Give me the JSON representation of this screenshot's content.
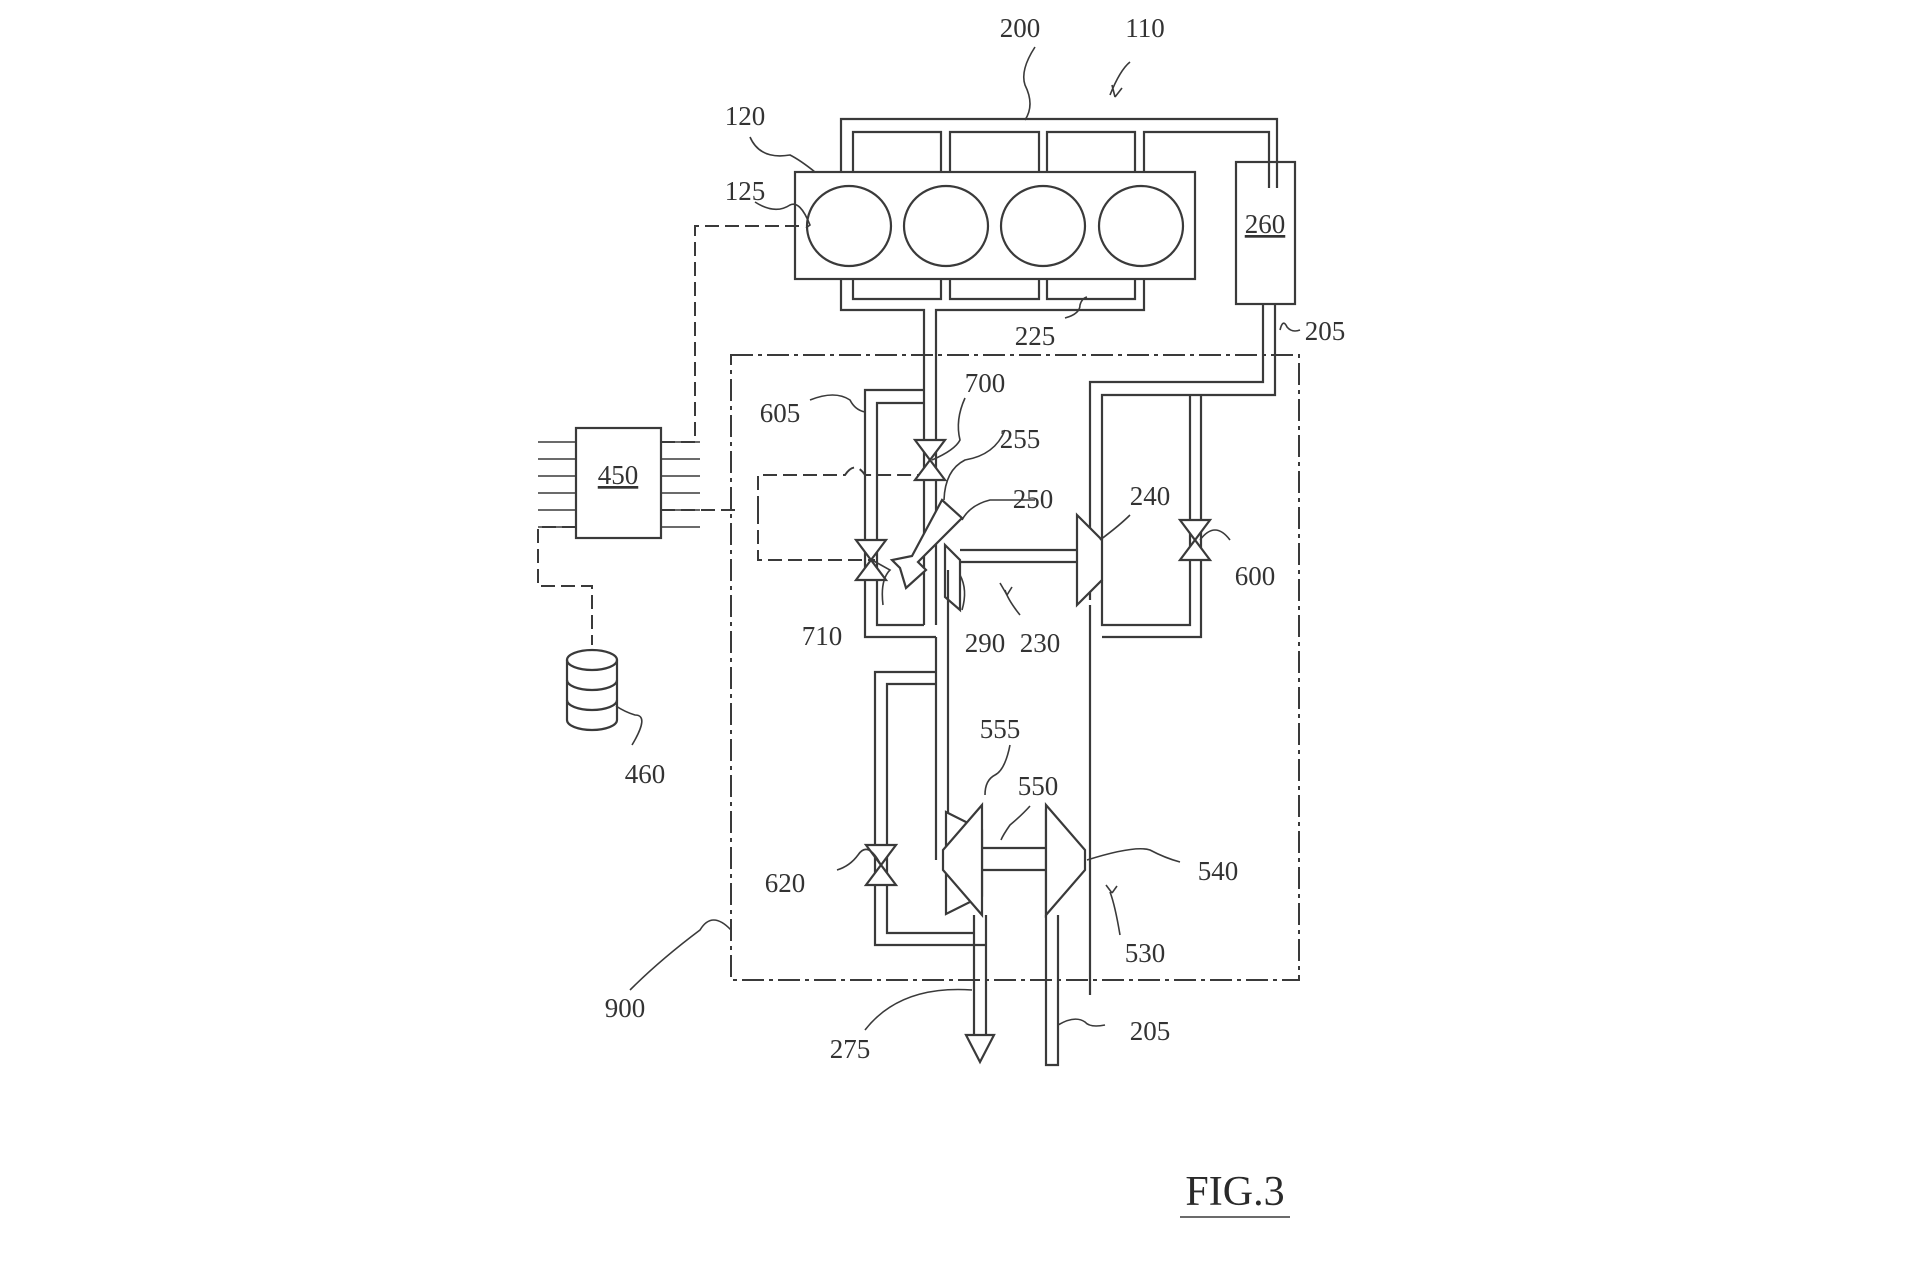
{
  "figure": {
    "title": "FIG.3",
    "reference_numerals": {
      "system": "110",
      "engine_block": "120",
      "cylinder": "125",
      "intake_manifold": "200",
      "exhaust_line": "205",
      "exhaust_outlet_line": "205",
      "exhaust_manifold": "225",
      "egr_circuit": "230",
      "compressor_bypass": "240",
      "egr_cooler": "250",
      "egr_pipe": "255",
      "intercooler": "260",
      "exhaust_tail": "275",
      "egr_valve_assembly": "290",
      "controller": "450",
      "memory": "460",
      "turbocharger": "530",
      "turbine": "540",
      "shaft": "550",
      "compressor_inlet": "555",
      "wastegate_valve": "600",
      "bypass_line": "605",
      "turbine_bypass_valve": "620",
      "egr_valve_upper": "700",
      "egr_valve_lower": "710",
      "boundary": "900"
    }
  }
}
